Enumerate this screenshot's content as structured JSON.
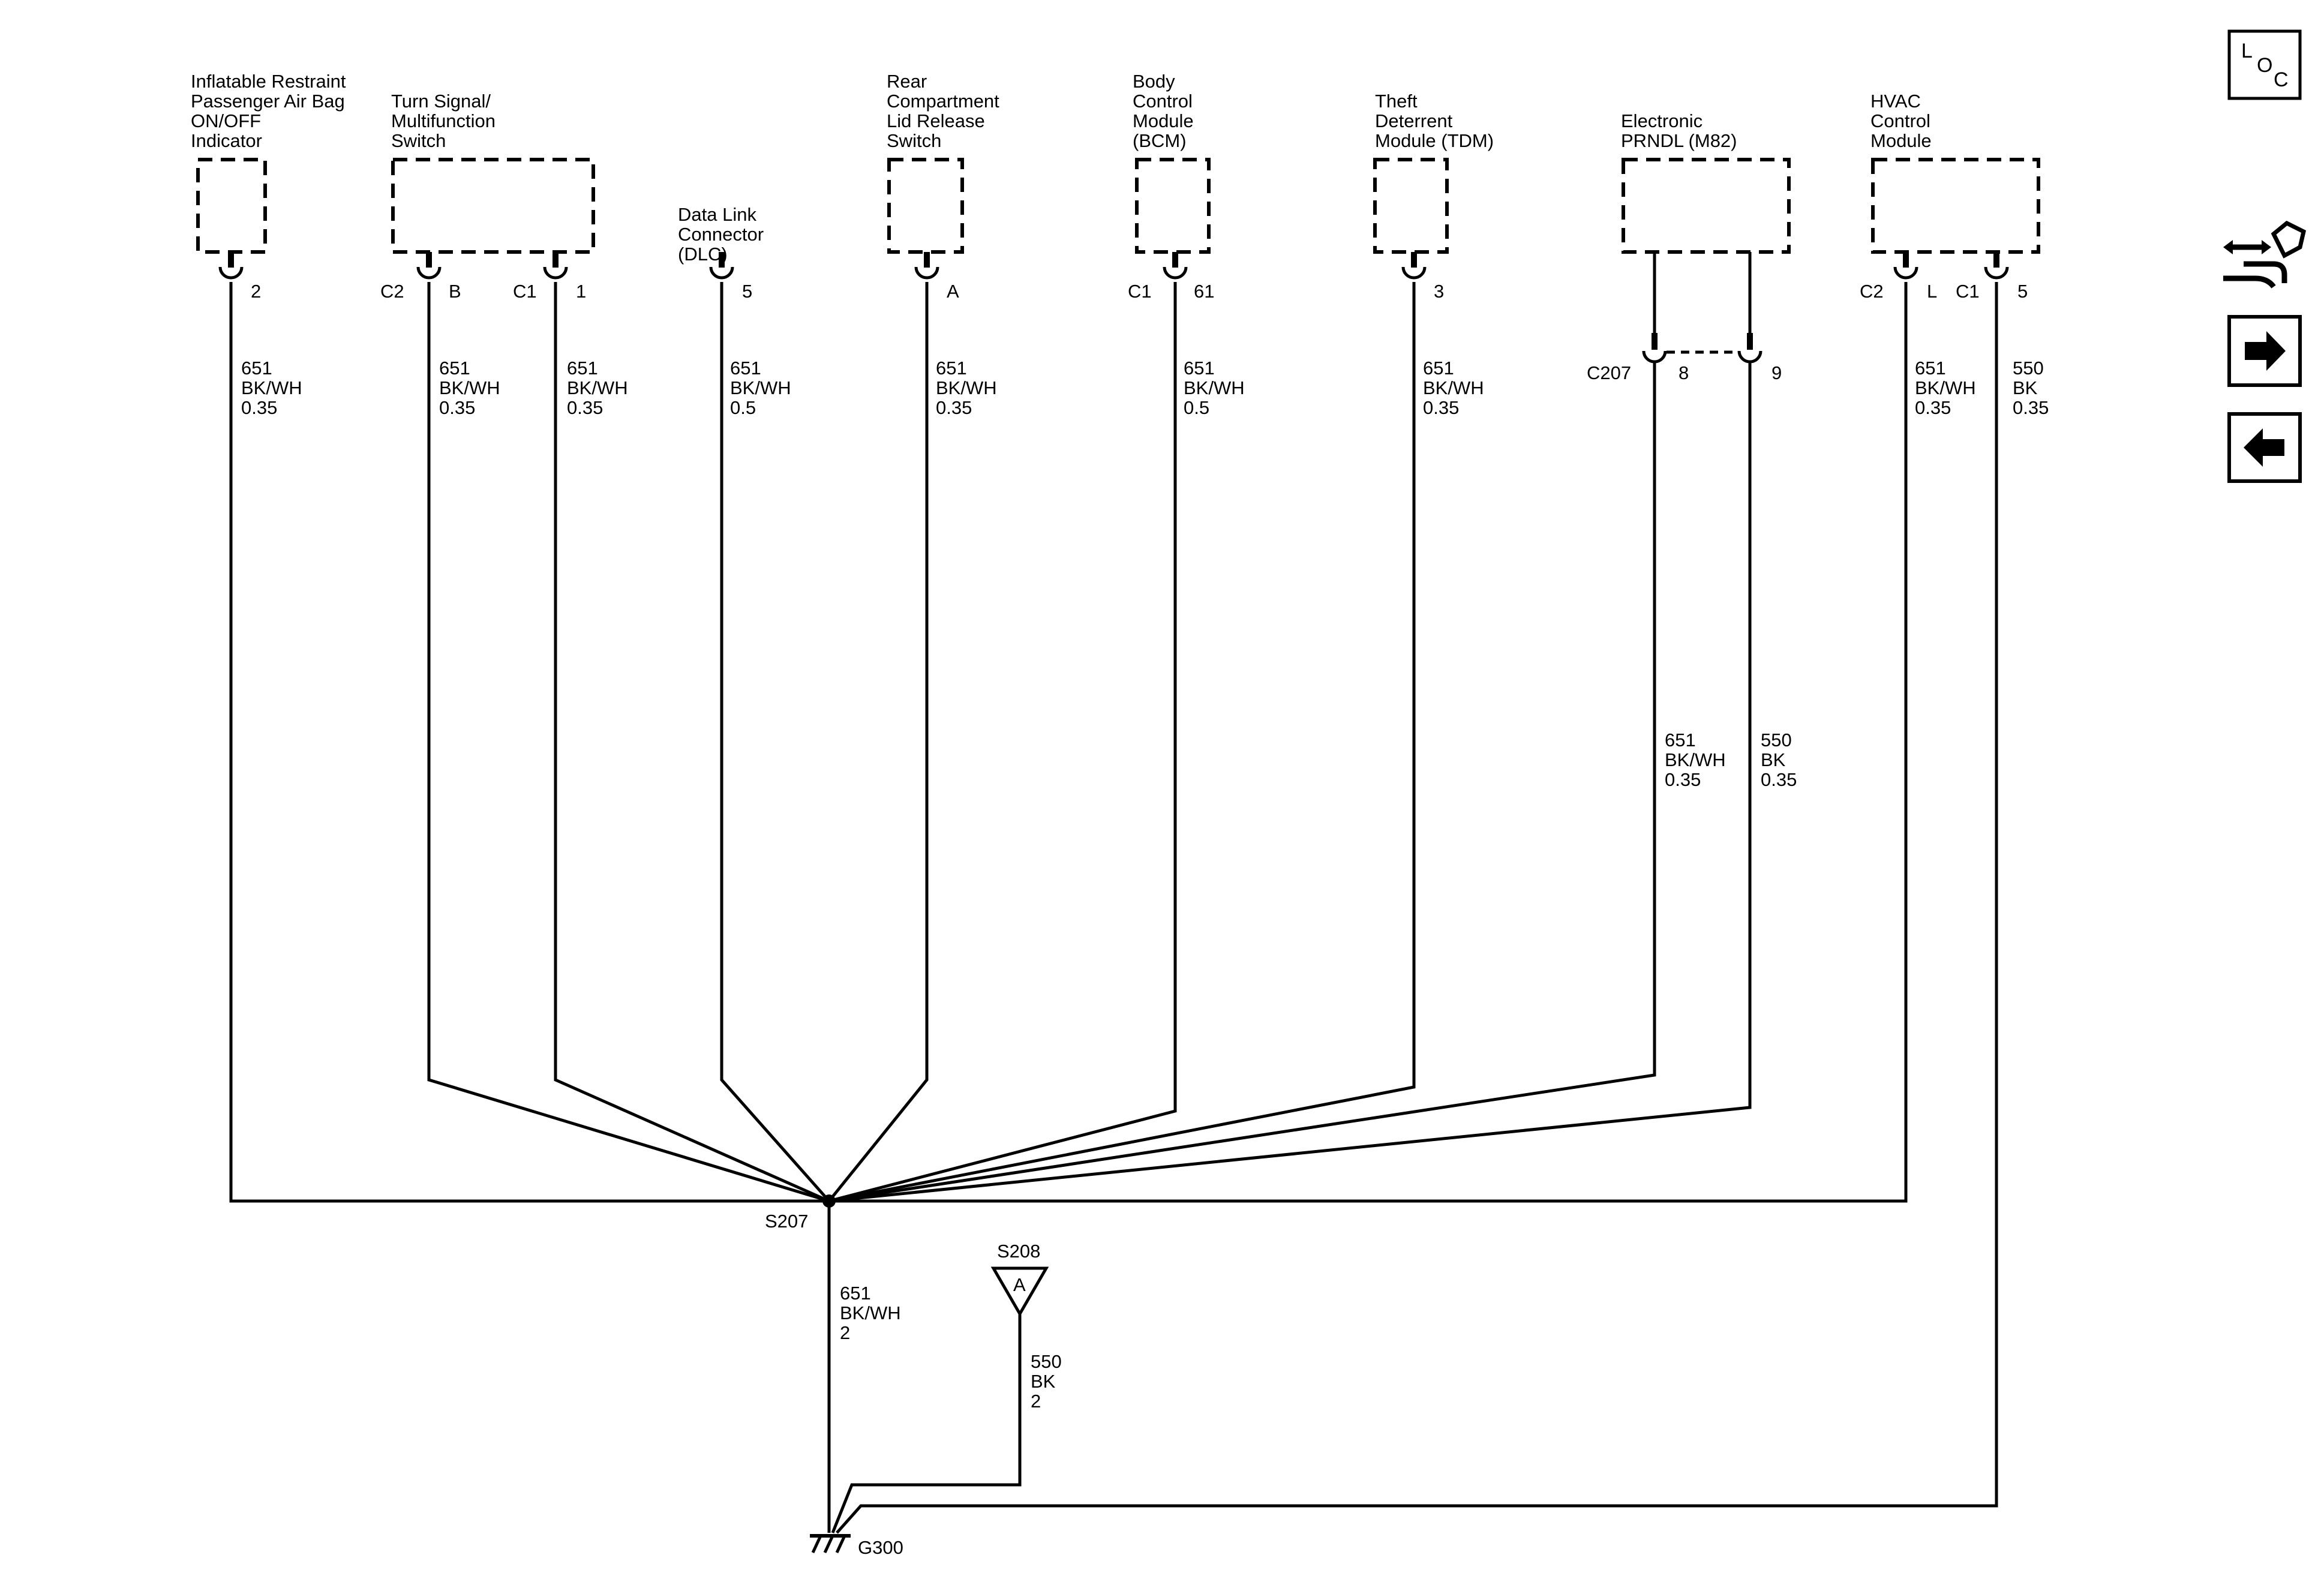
{
  "components": {
    "airbag": [
      "Inflatable Restraint",
      "Passenger Air Bag",
      "ON/OFF",
      "Indicator"
    ],
    "turn_signal": [
      "Turn Signal/",
      "Multifunction",
      "Switch"
    ],
    "dlc": [
      "Data Link",
      "Connector",
      "(DLC)"
    ],
    "rear_lid": [
      "Rear",
      "Compartment",
      "Lid Release",
      "Switch"
    ],
    "bcm": [
      "Body",
      "Control",
      "Module",
      "(BCM)"
    ],
    "tdm": [
      "Theft",
      "Deterrent",
      "Module (TDM)"
    ],
    "prndl": [
      "Electronic",
      "PRNDL (M82)"
    ],
    "hvac": [
      "HVAC",
      "Control",
      "Module"
    ]
  },
  "pins": {
    "airbag": "2",
    "turn_c2": "C2",
    "turn_b": "B",
    "turn_c1": "C1",
    "turn_1": "1",
    "dlc": "5",
    "rear_lid": "A",
    "bcm_c1": "C1",
    "bcm_61": "61",
    "tdm": "3",
    "c207": "C207",
    "c207_8": "8",
    "c207_9": "9",
    "hvac_c2": "C2",
    "hvac_l": "L",
    "hvac_c1": "C1",
    "hvac_5": "5"
  },
  "wires": {
    "airbag": [
      "651",
      "BK/WH",
      "0.35"
    ],
    "turn_b": [
      "651",
      "BK/WH",
      "0.35"
    ],
    "turn_1": [
      "651",
      "BK/WH",
      "0.35"
    ],
    "dlc": [
      "651",
      "BK/WH",
      "0.5"
    ],
    "rear_lid": [
      "651",
      "BK/WH",
      "0.35"
    ],
    "bcm": [
      "651",
      "BK/WH",
      "0.5"
    ],
    "tdm": [
      "651",
      "BK/WH",
      "0.35"
    ],
    "prndl_8": [
      "651",
      "BK/WH",
      "0.35"
    ],
    "prndl_9": [
      "550",
      "BK",
      "0.35"
    ],
    "hvac_l": [
      "651",
      "BK/WH",
      "0.35"
    ],
    "hvac_5": [
      "550",
      "BK",
      "0.35"
    ],
    "s207_ground": [
      "651",
      "BK/WH",
      "2"
    ],
    "s208_ground": [
      "550",
      "BK",
      "2"
    ]
  },
  "splices": {
    "s207": "S207",
    "s208": "S208",
    "s208_ref": "A"
  },
  "ground": "G300",
  "nav": {
    "loc_l": "L",
    "loc_o": "O",
    "loc_c": "C",
    "icons": [
      "loc-icon",
      "connector-flow-icon",
      "next-arrow-icon",
      "previous-arrow-icon"
    ]
  }
}
